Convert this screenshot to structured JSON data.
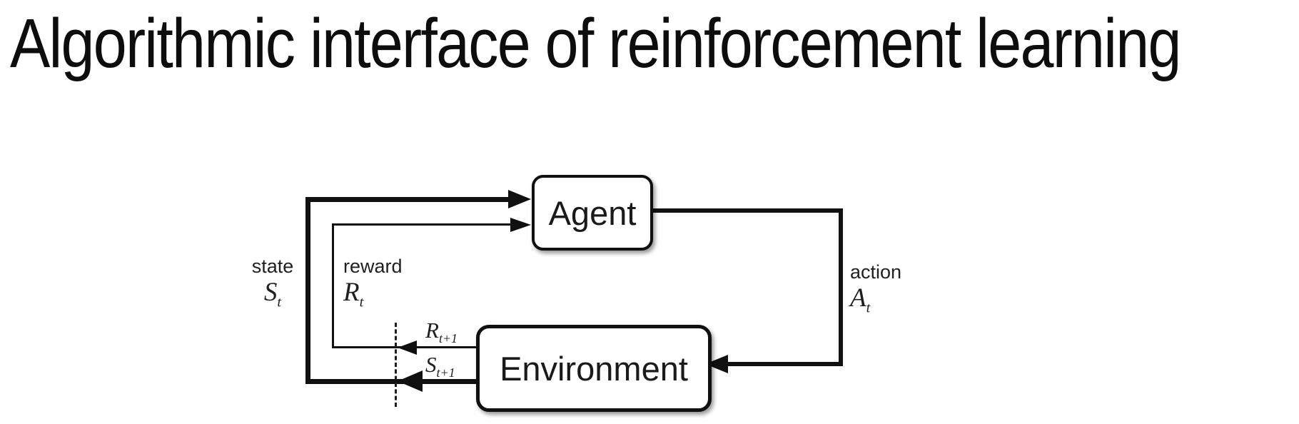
{
  "slide": {
    "title": "Algorithmic interface of reinforcement learning"
  },
  "diagram": {
    "nodes": {
      "agent": {
        "label": "Agent"
      },
      "environment": {
        "label": "Environment"
      }
    },
    "labels": {
      "state": {
        "word": "state",
        "symbol": "S",
        "subscript": "t"
      },
      "reward": {
        "word": "reward",
        "symbol": "R",
        "subscript": "t"
      },
      "action": {
        "word": "action",
        "symbol": "A",
        "subscript": "t"
      },
      "next_reward": {
        "symbol": "R",
        "subscript": "t+1"
      },
      "next_state": {
        "symbol": "S",
        "subscript": "t+1"
      }
    },
    "edges": [
      {
        "from": "environment",
        "to": "agent",
        "signal": "state S_t",
        "style": "thick"
      },
      {
        "from": "environment",
        "to": "agent",
        "signal": "reward R_t",
        "style": "thin"
      },
      {
        "from": "agent",
        "to": "environment",
        "signal": "action A_t",
        "style": "thick"
      },
      {
        "from": "environment",
        "to": "time-boundary",
        "signal": "R_t+1",
        "style": "thin"
      },
      {
        "from": "environment",
        "to": "time-boundary",
        "signal": "S_t+1",
        "style": "thick"
      }
    ],
    "colors": {
      "line": "#101010",
      "text": "#1f1f1f",
      "background": "#ffffff"
    }
  }
}
